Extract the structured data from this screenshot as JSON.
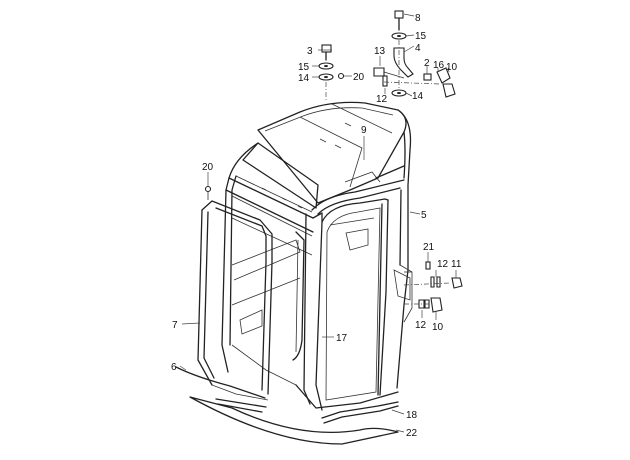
{
  "callouts": {
    "c8": "8",
    "c15a": "15",
    "c4": "4",
    "c3": "3",
    "c13": "13",
    "c15b": "15",
    "c20a": "20",
    "c2": "2",
    "c16": "16",
    "c10a": "10",
    "c14a": "14",
    "c12a": "12",
    "c14b": "14",
    "c9": "9",
    "c20b": "20",
    "c5": "5",
    "c21": "21",
    "c12b": "12",
    "c11": "11",
    "c7": "7",
    "c17": "17",
    "c12c": "12",
    "c10b": "10",
    "c6": "6",
    "c18": "18",
    "c22": "22"
  }
}
